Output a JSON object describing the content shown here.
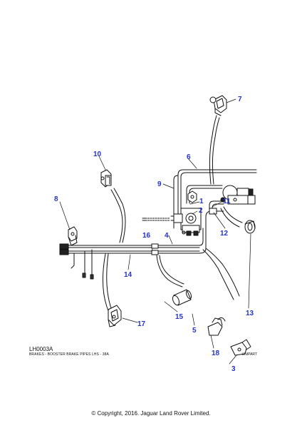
{
  "diagram": {
    "reference_code": "LH0003A",
    "caption": "BRAKES - BOOSTER BRAKE PIPES LHS - 38A",
    "tag": "UNIPART",
    "callouts": [
      "1",
      "2",
      "3",
      "4",
      "5",
      "6",
      "7",
      "8",
      "9",
      "10",
      "11",
      "12",
      "13",
      "14",
      "15",
      "16",
      "17",
      "18"
    ]
  },
  "footer": {
    "copyright": "© Copyright, 2016. Jaguar Land Rover Limited."
  }
}
